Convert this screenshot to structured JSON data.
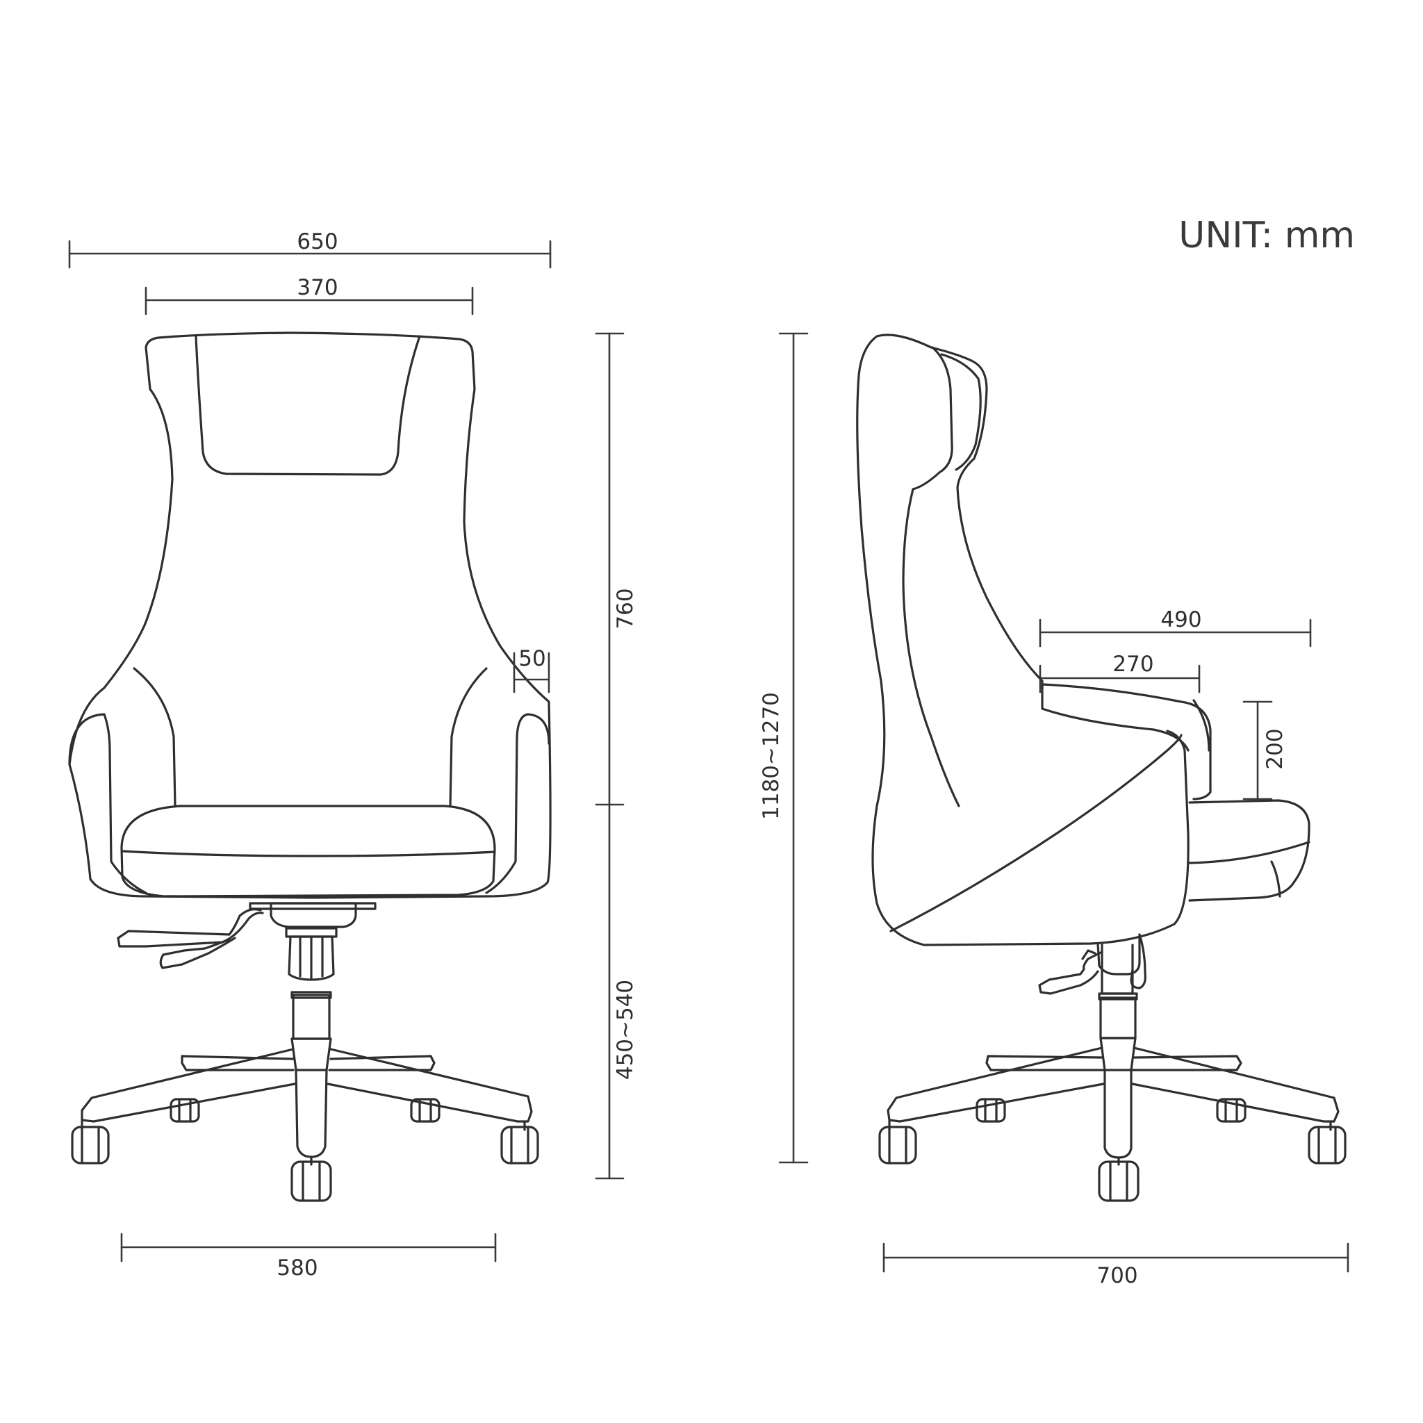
{
  "unit_label": "UNIT: mm",
  "front_view": {
    "dimensions": {
      "overall_width": "650",
      "backrest_width": "370",
      "armrest_width": "50",
      "backrest_height": "760",
      "seat_height": "450~540",
      "base_width": "580"
    }
  },
  "side_view": {
    "dimensions": {
      "total_height": "1180~1270",
      "seat_depth": "490",
      "armrest_length": "270",
      "armrest_height": "200",
      "base_depth": "700"
    }
  },
  "colors": {
    "line": "#2f2f2f",
    "background": "#ffffff"
  }
}
